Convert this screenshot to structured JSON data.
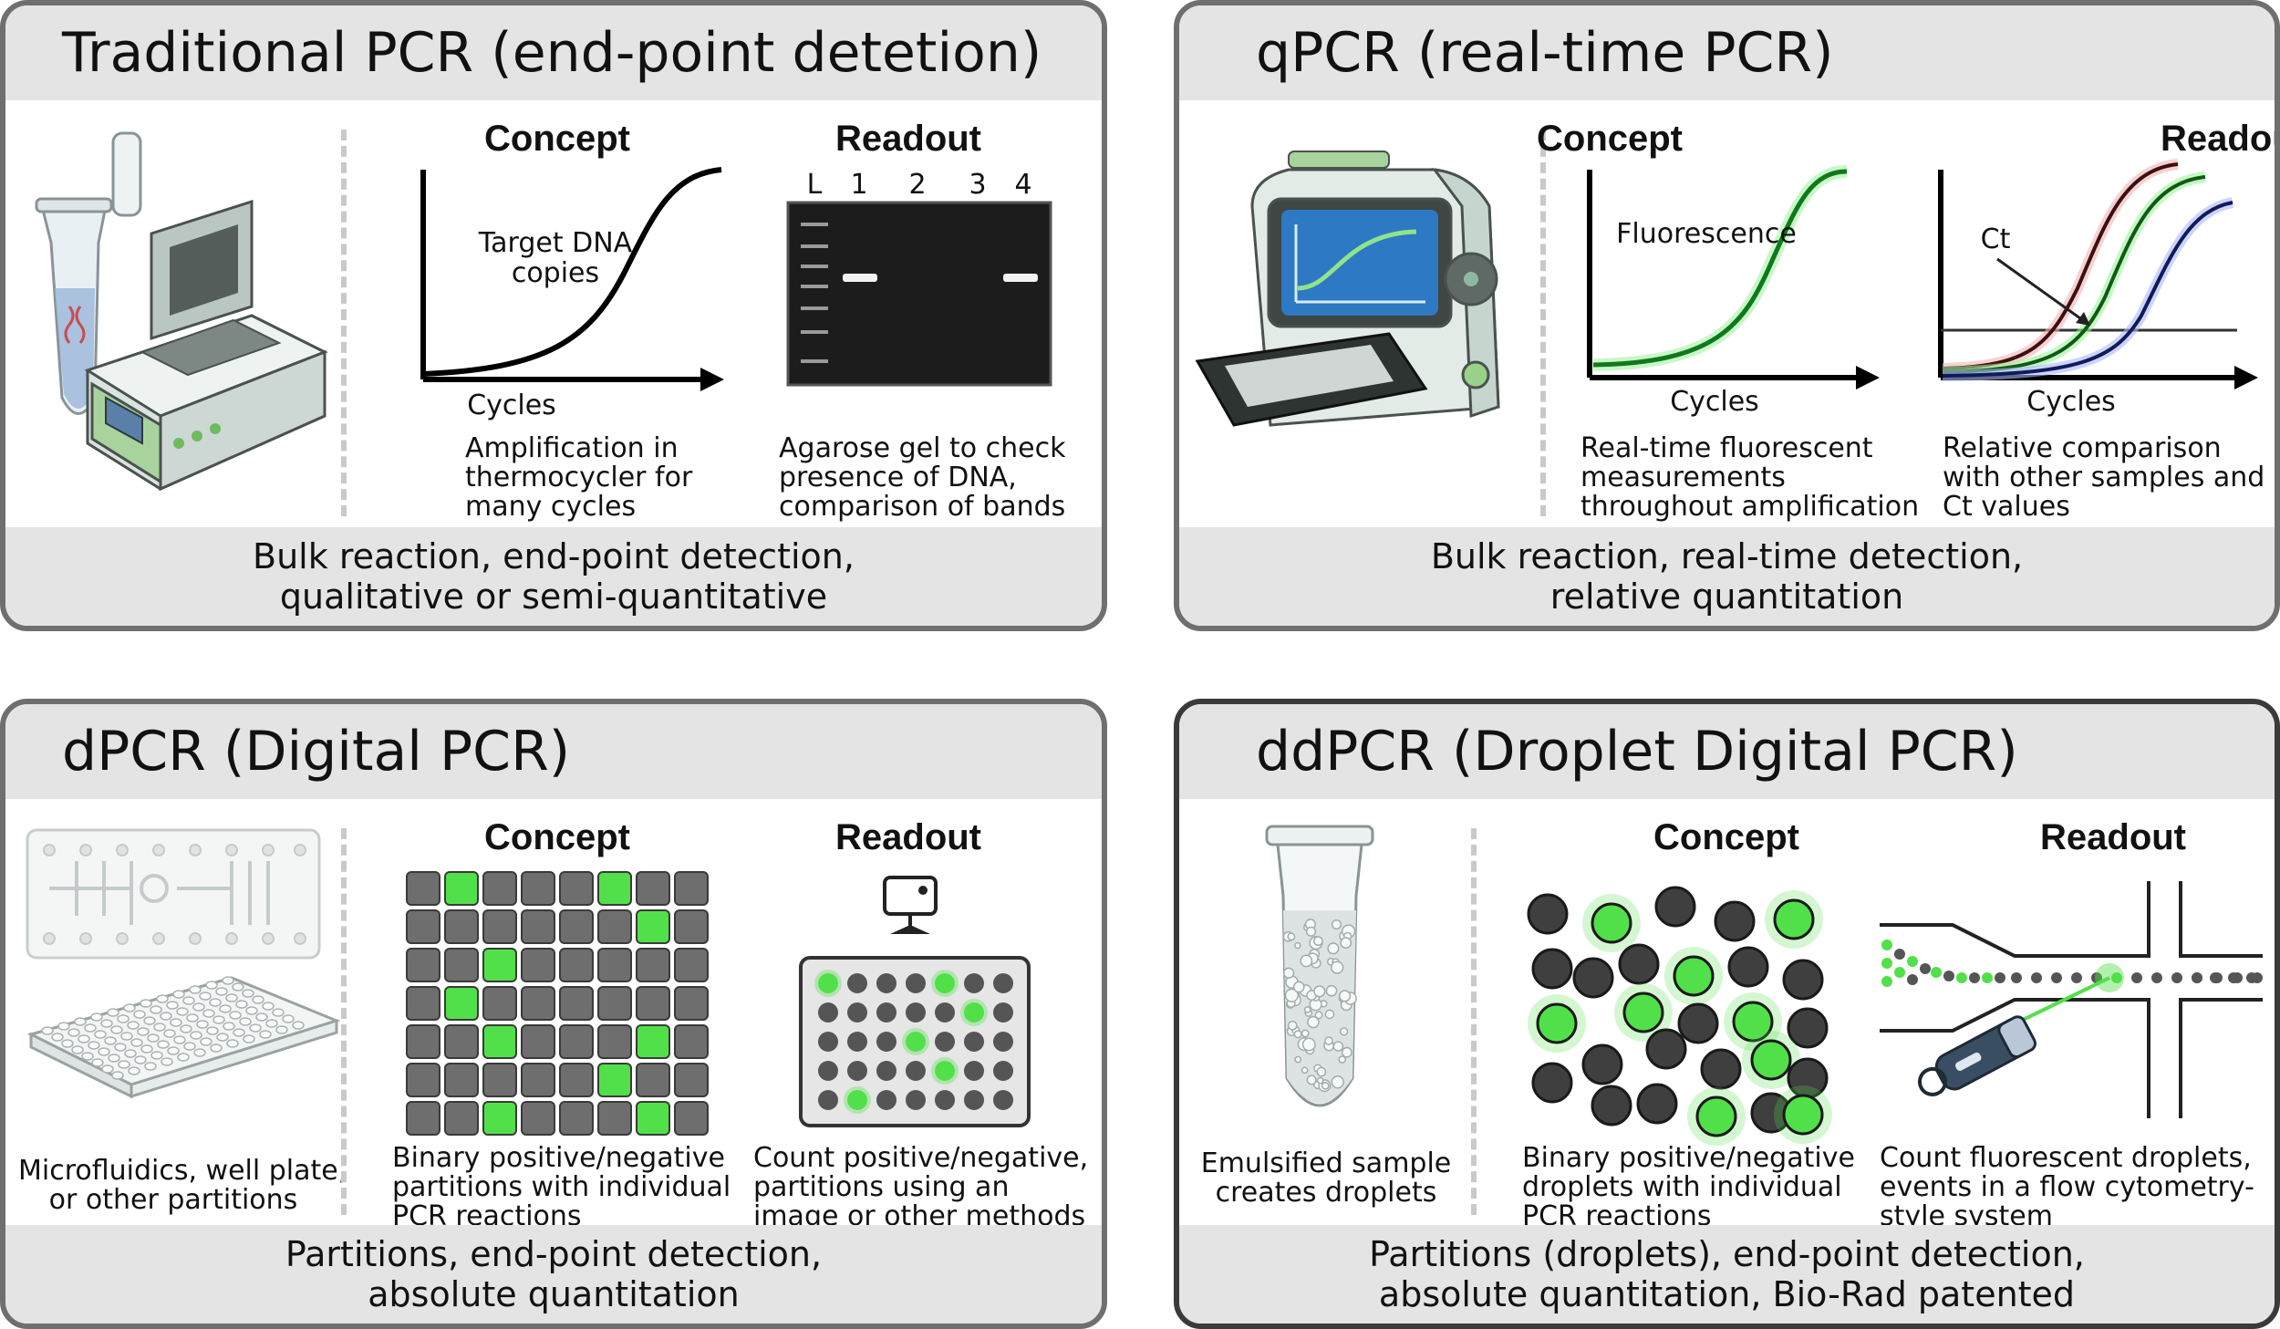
{
  "panels": {
    "traditional": {
      "title": "Traditional PCR (end-point detetion)",
      "concept_heading": "Concept",
      "readout_heading": "Readout",
      "curve_label": "Target DNA copies",
      "curve_label_lines": [
        "Target DNA",
        "copies"
      ],
      "x_axis_label": "Cycles",
      "gel_lanes": [
        "L",
        "1",
        "2",
        "3",
        "4"
      ],
      "gel_positive_lanes": [
        "1",
        "4"
      ],
      "concept_caption": [
        "Amplification in",
        "thermocycler for",
        "many cycles"
      ],
      "readout_caption": [
        "Agarose gel to check",
        "presence of DNA,",
        "comparison of bands"
      ],
      "footer": [
        "Bulk reaction, end-point detection,",
        "qualitative or semi-quantitative"
      ]
    },
    "qpcr": {
      "title": "qPCR (real-time PCR)",
      "concept_heading": "Concept",
      "readout_heading": "Readout",
      "curve_label": "Fluorescence",
      "concept_x_label": "Cycles",
      "readout_x_label": "Cycles",
      "ct_label": "Ct",
      "concept_caption": [
        "Real-time fluorescent",
        "measurements",
        "throughout amplification"
      ],
      "readout_caption": [
        "Relative comparison",
        "with other samples and",
        "Ct values"
      ],
      "footer": [
        "Bulk reaction, real-time detection,",
        "relative quantitation"
      ]
    },
    "dpcr": {
      "title": "dPCR (Digital PCR)",
      "concept_heading": "Concept",
      "readout_heading": "Readout",
      "left_caption": [
        "Microfluidics, well plate,",
        "or other partitions"
      ],
      "concept_caption": [
        "Binary positive/negative",
        "partitions with individual",
        "PCR reactions"
      ],
      "readout_caption": [
        "Count positive/negative,",
        "partitions using an",
        "image or other methods"
      ],
      "footer": [
        "Partitions, end-point detection,",
        "absolute quantitation"
      ]
    },
    "ddpcr": {
      "title": "ddPCR (Droplet Digital PCR)",
      "concept_heading": "Concept",
      "readout_heading": "Readout",
      "left_caption": [
        "Emulsified sample",
        "creates droplets"
      ],
      "concept_caption": [
        "Binary positive/negative",
        "droplets with individual",
        "PCR reactions"
      ],
      "readout_caption": [
        "Count fluorescent droplets,",
        "events in a flow cytometry-",
        "style system"
      ],
      "footer": [
        "Partitions (droplets), end-point detection,",
        "absolute quantitation, Bio-Rad patented"
      ]
    }
  },
  "colors": {
    "header_bg": "#e4e4e4",
    "border": "#6f6f6f",
    "positive": "#52e04a",
    "negative": "#555555",
    "gel": "#1c1c1c"
  }
}
